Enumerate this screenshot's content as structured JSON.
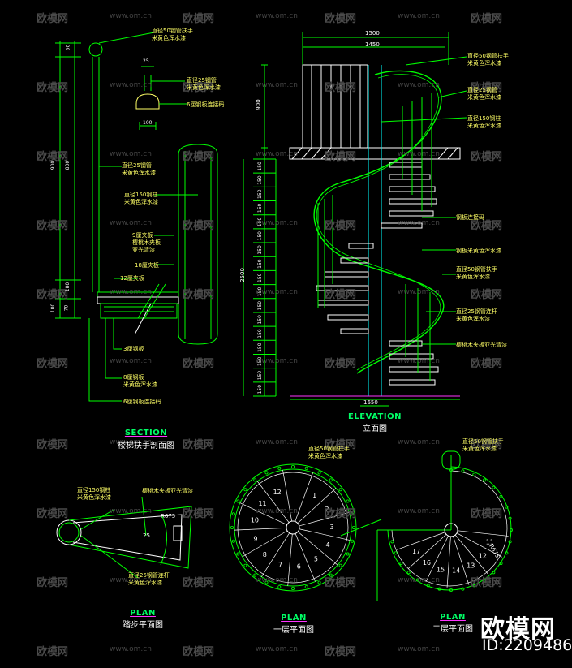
{
  "colors": {
    "line": "#00ff00",
    "dim": "#00ff00",
    "white": "#ffffff",
    "yellow": "#ffff66",
    "cyan": "#00ffff",
    "magenta": "#ff33ff",
    "bg": "#000000"
  },
  "watermark": {
    "logo": "欧模网",
    "url": "www.om.cn"
  },
  "brand": {
    "name": "欧模网",
    "id": "ID:2209486"
  },
  "section": {
    "title": "SECTION",
    "subtitle": "楼梯扶手剖面图",
    "dims_v": [
      "50",
      "900",
      "800",
      "180",
      "70",
      "100"
    ],
    "dims_h": [
      "25",
      "100"
    ],
    "notes": [
      [
        "直径50钢管扶手",
        "米黄色浑水漆"
      ],
      [
        "直径25钢管",
        "米黄色浑水漆"
      ],
      [
        "6厘钢板连接码"
      ],
      [
        "直径25钢管",
        "米黄色浑水漆"
      ],
      [
        "直径150钢柱",
        "米黄色浑水漆"
      ],
      [
        "9厘夹板",
        "樱桃木夹板",
        "亚光清漆"
      ],
      [
        "18厘夹板"
      ],
      [
        "12厘夹板"
      ],
      [
        "3厘钢板"
      ],
      [
        "8厘钢板",
        "米黄色浑水漆"
      ],
      [
        "6厘钢板连接码"
      ]
    ]
  },
  "elevation": {
    "title": "ELEVATION",
    "subtitle": "立面图",
    "dim_top": [
      "1500",
      "1450"
    ],
    "dim_bottom": "1650",
    "dim_total": "2500",
    "dim_upper": "900",
    "rise_label": "150",
    "rise_count": 17,
    "notes": [
      [
        "直径50钢管扶手",
        "米黄色浑水漆"
      ],
      [
        "直径25钢管",
        "米黄色浑水漆"
      ],
      [
        "直径150钢柱",
        "米黄色浑水漆"
      ],
      [
        "钢板连接码"
      ],
      [
        "钢板米黄色浑水漆"
      ],
      [
        "直径50钢管扶手",
        "米黄色浑水漆"
      ],
      [
        "直径25钢管连杆",
        "米黄色浑水漆"
      ],
      [
        "樱桃木夹板亚光清漆"
      ]
    ]
  },
  "plan_step": {
    "title": "PLAN",
    "subtitle": "踏步平面图",
    "dims": [
      "R675",
      "25"
    ],
    "notes": [
      [
        "直径150钢柱",
        "米黄色浑水漆"
      ],
      [
        "樱桃木夹板亚光清漆"
      ],
      [
        "直径25钢管连杆",
        "米黄色浑水漆"
      ]
    ]
  },
  "plan_1f": {
    "title": "PLAN",
    "subtitle": "一层平面图",
    "steps": [
      "1",
      "2",
      "3",
      "4",
      "5",
      "6",
      "7",
      "8",
      "9",
      "10",
      "11",
      "12"
    ],
    "notes": [
      [
        "直径50钢管扶手",
        "米黄色浑水漆"
      ]
    ]
  },
  "plan_2f": {
    "title": "PLAN",
    "subtitle": "二层平面图",
    "steps": [
      "11",
      "12",
      "13",
      "14",
      "15",
      "16",
      "17"
    ],
    "dims": [
      "R675"
    ],
    "notes": [
      [
        "直径50钢管扶手",
        "米黄色浑水漆"
      ]
    ]
  }
}
